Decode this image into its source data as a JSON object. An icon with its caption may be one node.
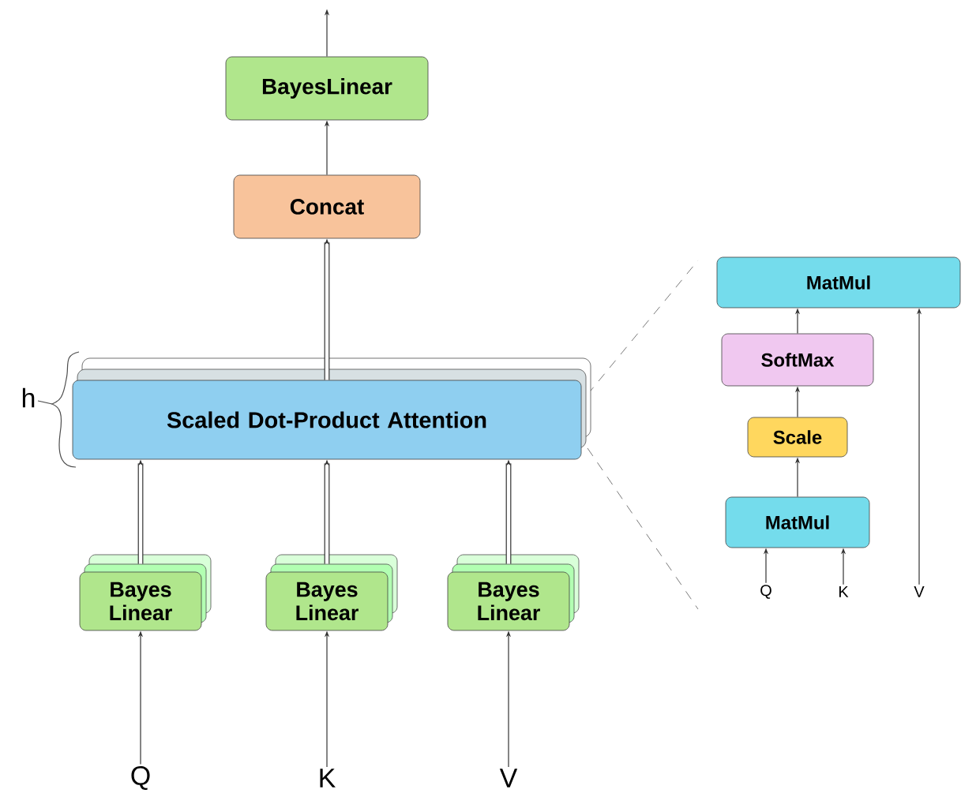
{
  "diagram": {
    "nodes": [
      {
        "text": [
          "BayesLinear"
        ]
      },
      {
        "text": [
          "Concat"
        ]
      },
      {
        "text": [
          "Scaled Dot-Product Attention"
        ]
      },
      {
        "text": [
          "Bayes Linear"
        ]
      },
      {
        "text": [
          "Bayes Linear"
        ]
      },
      {
        "text": [
          "Bayes Linear"
        ]
      },
      {
        "text": [
          "Q"
        ]
      },
      {
        "text": [
          "K"
        ]
      },
      {
        "text": [
          "V"
        ]
      },
      {
        "text": [
          "MatMul"
        ]
      },
      {
        "text": [
          "SoftMax"
        ]
      },
      {
        "text": [
          "Scale"
        ]
      },
      {
        "text": [
          "MatMul"
        ]
      },
      {
        "text": [
          "Q"
        ]
      },
      {
        "text": [
          "K"
        ]
      },
      {
        "text": [
          "V"
        ]
      }
    ],
    "edges": [
      {
        "from": 0,
        "to": null,
        "arrow": "to"
      },
      {
        "from": 1,
        "to": 0,
        "arrow": "to"
      },
      {
        "from": 2,
        "to": 1,
        "arrow": "to",
        "style": "thick"
      },
      {
        "from": 3,
        "to": 2,
        "arrow": "to",
        "style": "thick"
      },
      {
        "from": 4,
        "to": 2,
        "arrow": "to",
        "style": "thick"
      },
      {
        "from": 5,
        "to": 2,
        "arrow": "to",
        "style": "thick"
      },
      {
        "from": 6,
        "to": 3,
        "arrow": "to"
      },
      {
        "from": 7,
        "to": 4,
        "arrow": "to"
      },
      {
        "from": 8,
        "to": 5,
        "arrow": "to"
      },
      {
        "from": 12,
        "to": 11,
        "arrow": "to"
      },
      {
        "from": 11,
        "to": 10,
        "arrow": "to"
      },
      {
        "from": 10,
        "to": 9,
        "arrow": "to"
      },
      {
        "from": 13,
        "to": 12,
        "arrow": "to"
      },
      {
        "from": 14,
        "to": 12,
        "arrow": "to"
      },
      {
        "from": 15,
        "to": 9,
        "arrow": "to"
      }
    ],
    "labels": [
      "h"
    ]
  }
}
